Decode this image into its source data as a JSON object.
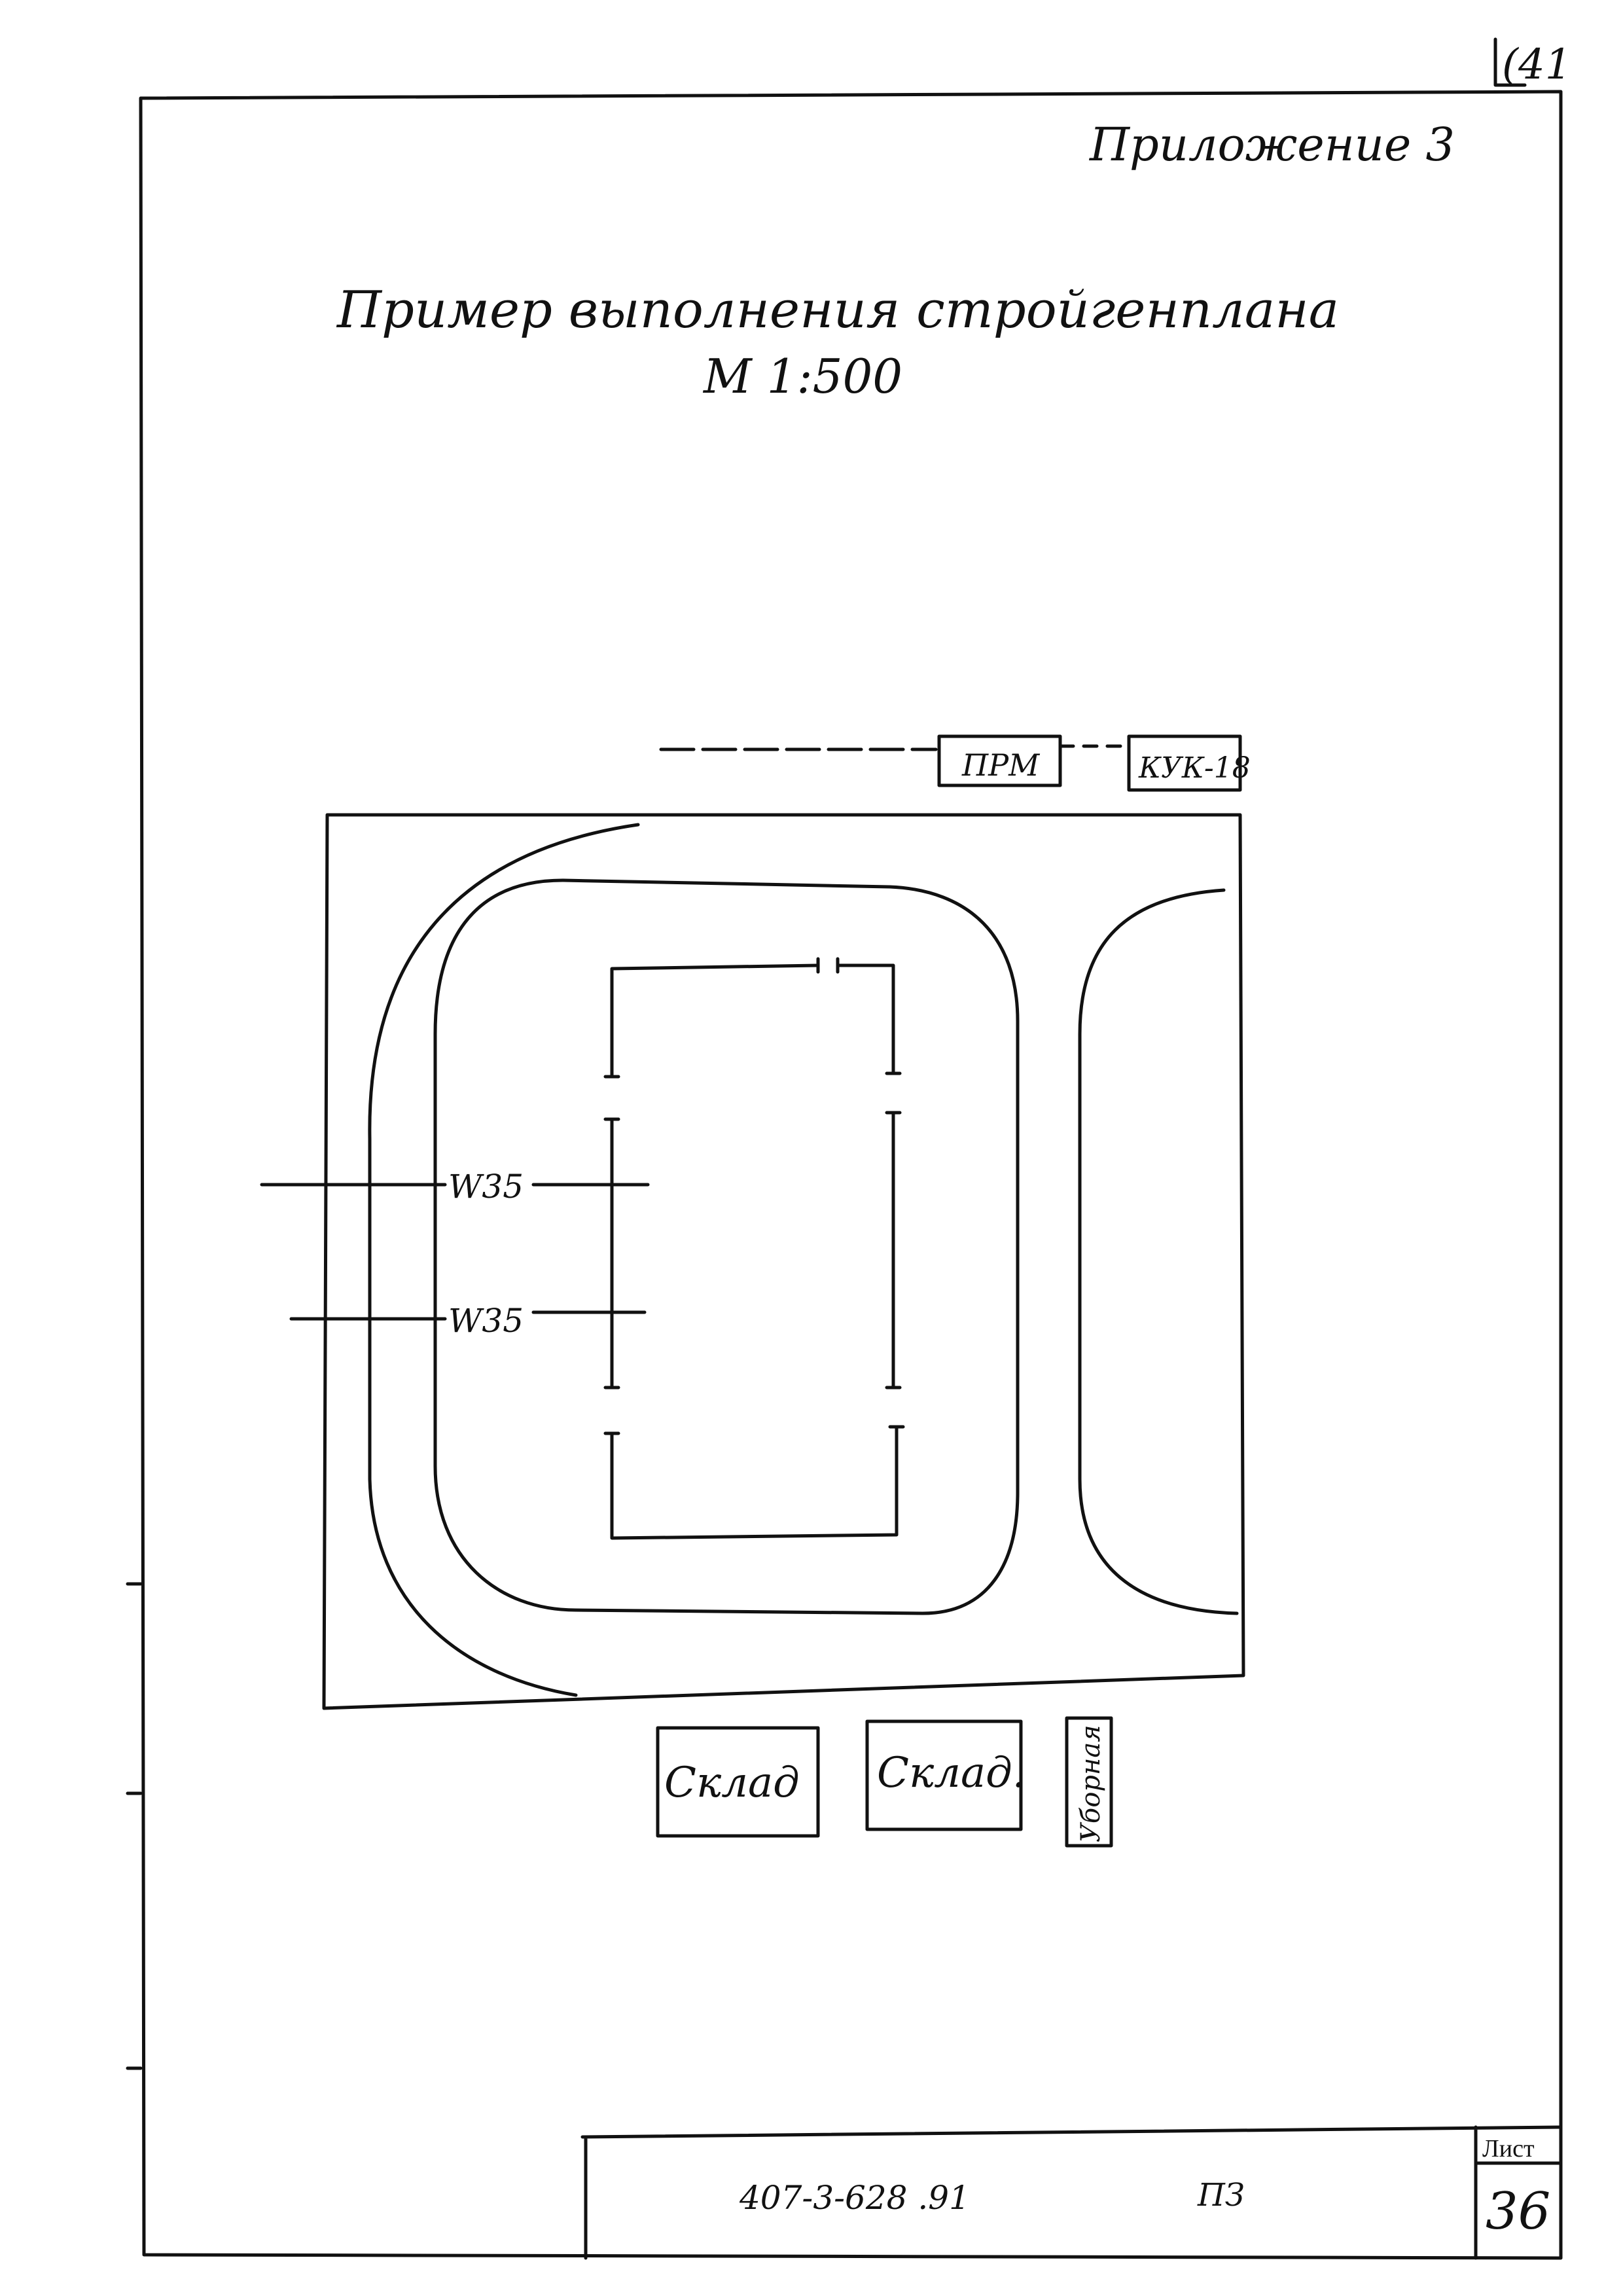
{
  "corner_mark": "(41",
  "appendix_label": "Приложение 3",
  "title": "Пример выполнения стройгенплана",
  "scale": "М 1:500",
  "plan": {
    "prm_label": "ПРМ",
    "kuk_label": "КУК-18",
    "cable_upper": "W35",
    "cable_lower": "W35",
    "storage_1": "Склад",
    "storage_2": "Склад.",
    "toilet": "Уборная"
  },
  "title_block": {
    "document_code": "407-3-628 .91",
    "section": "ПЗ",
    "sheet_header": "Лист",
    "sheet_number": "36"
  },
  "colors": {
    "ink": "#111111",
    "paper": "#ffffff"
  }
}
